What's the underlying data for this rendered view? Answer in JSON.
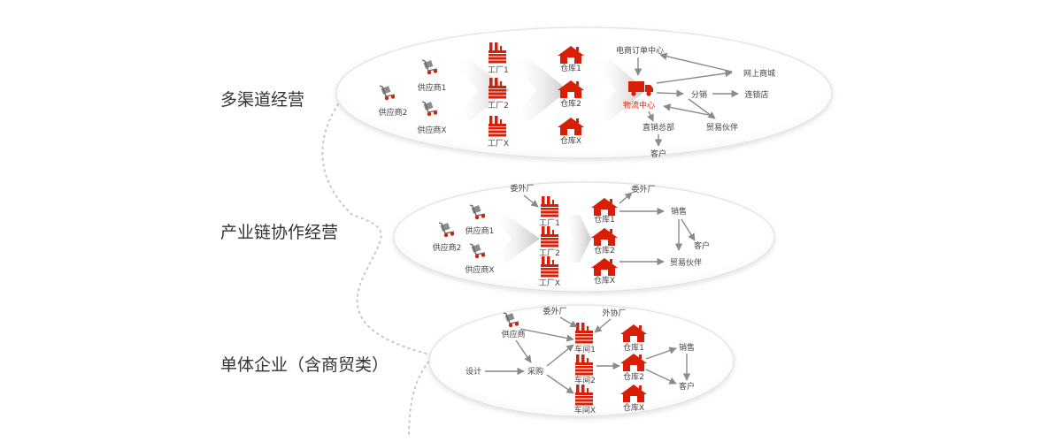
{
  "titles": {
    "row1": "多渠道经营",
    "row2": "产业链协作经营",
    "row3": "单体企业（含商贸类）"
  },
  "row1": {
    "supplier1": "供应商1",
    "supplier2": "供应商2",
    "supplierX": "供应商X",
    "factory1": "工厂1",
    "factory2": "工厂2",
    "factoryX": "工厂X",
    "warehouse1": "仓库1",
    "warehouse2": "仓库2",
    "warehouseX": "仓库X",
    "ecom_center": "电商订单中心",
    "online_mall": "网上商城",
    "logistics": "物流中心",
    "distribution": "分销",
    "chain_store": "连锁店",
    "direct_hq": "直销总部",
    "trade_partner": "贸易伙伴",
    "customer": "客户"
  },
  "row2": {
    "supplier1": "供应商1",
    "supplier2": "供应商2",
    "supplierX": "供应商X",
    "outsource_a": "委外厂",
    "outsource_b": "委外厂",
    "factory1": "工厂1",
    "factory2": "工厂2",
    "factoryX": "工厂X",
    "warehouse1": "仓库1",
    "warehouse2": "仓库2",
    "warehouseX": "仓库X",
    "sales": "销售",
    "customer": "客户",
    "trade_partner": "贸易伙伴"
  },
  "row3": {
    "supplier": "供应商",
    "outsource": "委外厂",
    "subcontract": "外协厂",
    "design": "设计",
    "purchase": "采购",
    "workshop1": "车间1",
    "workshop2": "车间2",
    "workshopX": "车间X",
    "warehouse1": "仓库1",
    "warehouse2": "仓库2",
    "warehouseX": "仓库X",
    "sales": "销售",
    "customer": "客户"
  },
  "colors": {
    "accent": "#d81e06",
    "arrow": "#8a8a8a",
    "ellipse_border": "#e2e2e2",
    "title_text": "#333333"
  }
}
